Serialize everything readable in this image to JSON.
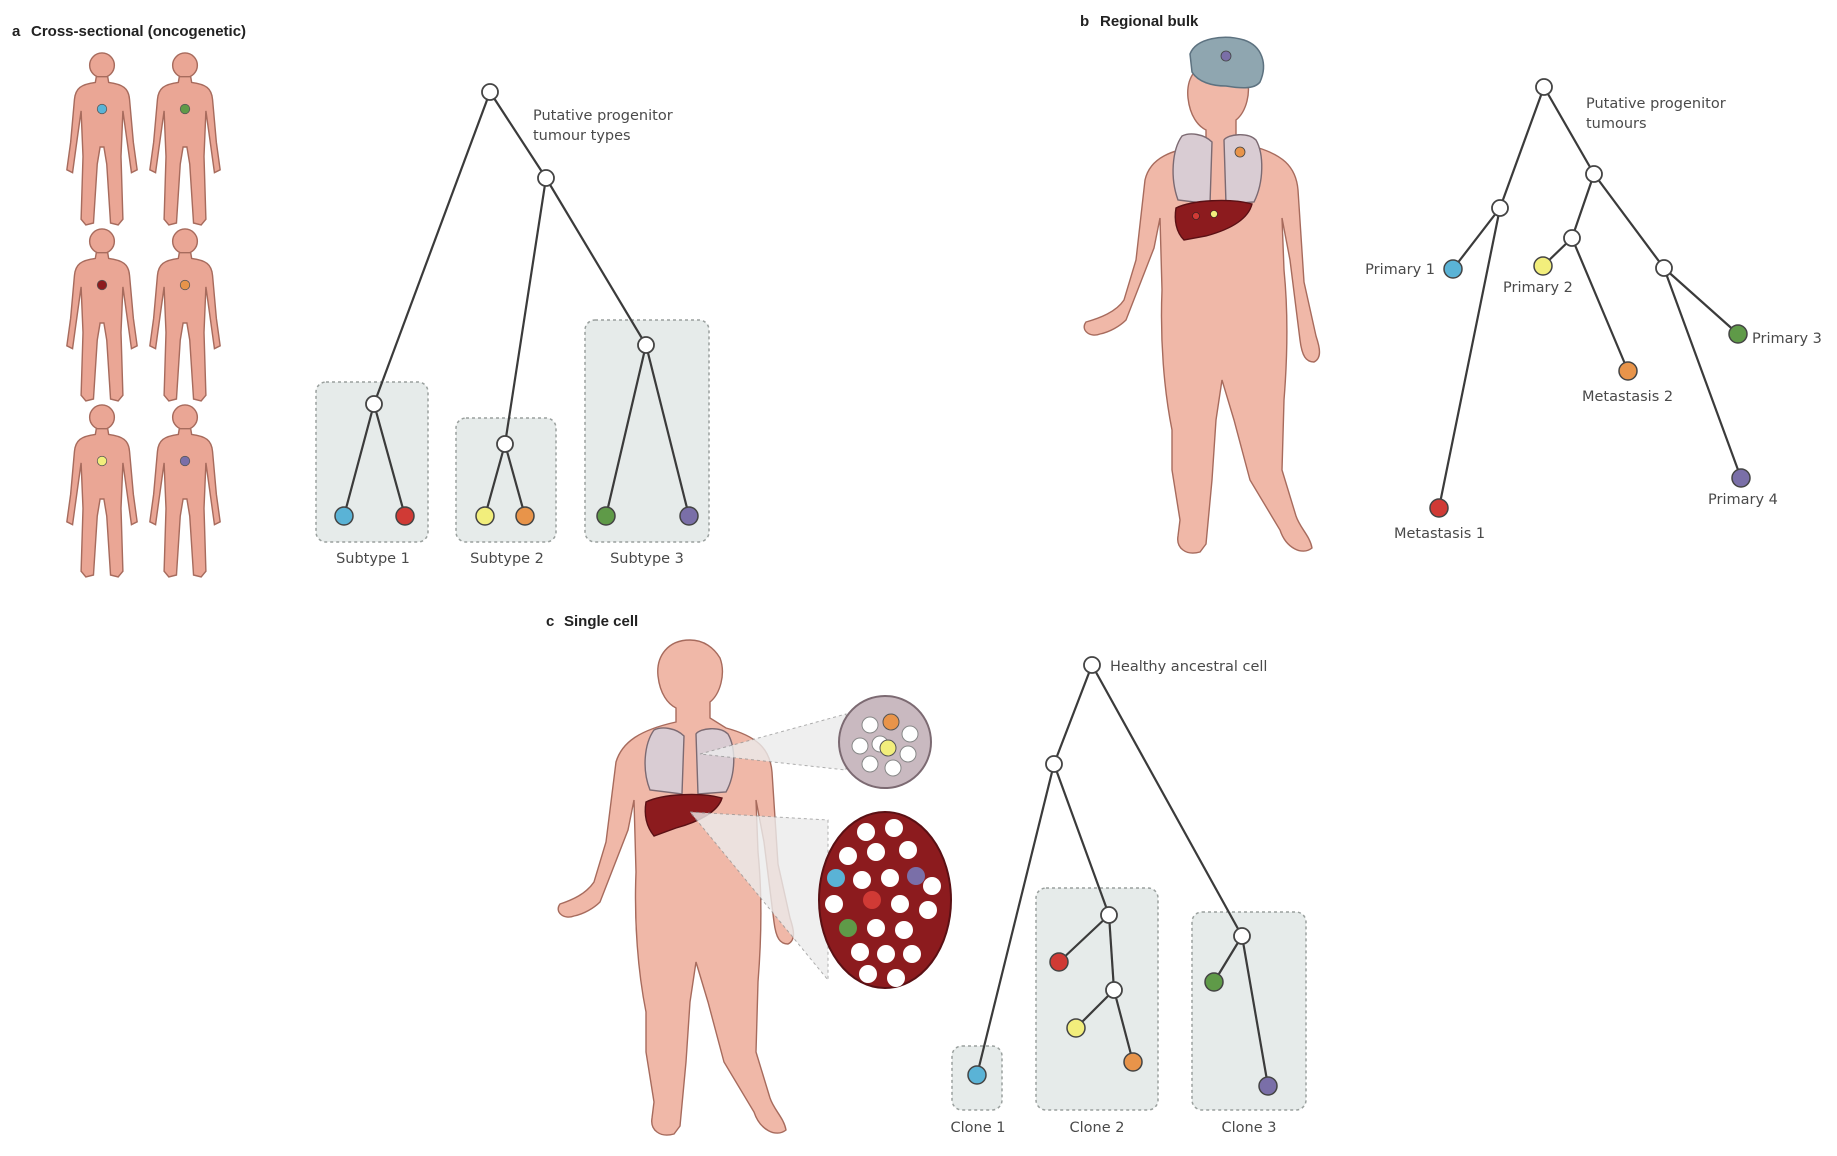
{
  "panels": {
    "a": {
      "letter": "a",
      "title": "Cross-sectional (oncogenetic)",
      "root_label_line1": "Putative progenitor",
      "root_label_line2": "tumour types",
      "groups": [
        "Subtype 1",
        "Subtype 2",
        "Subtype 3"
      ]
    },
    "b": {
      "letter": "b",
      "title": "Regional bulk",
      "root_label_line1": "Putative progenitor",
      "root_label_line2": "tumours",
      "leaves": {
        "primary1": "Primary 1",
        "primary2": "Primary 2",
        "primary3": "Primary 3",
        "primary4": "Primary 4",
        "metastasis1": "Metastasis 1",
        "metastasis2": "Metastasis 2"
      }
    },
    "c": {
      "letter": "c",
      "title": "Single cell",
      "root_label": "Healthy ancestral cell",
      "groups": [
        "Clone 1",
        "Clone 2",
        "Clone 3"
      ]
    }
  },
  "colors": {
    "blue": "#5ab3d6",
    "red": "#d03a35",
    "yellow": "#f2ee7c",
    "orange": "#e8944a",
    "green": "#5f9a48",
    "purple": "#7a6fa8",
    "liver": "#8c1b1e",
    "brain": "#8fa6b0",
    "lung": "#d9ccd3"
  },
  "icons": [
    "human-body-icon",
    "brain-icon",
    "lungs-icon",
    "liver-icon",
    "magnified-cells-icon"
  ]
}
